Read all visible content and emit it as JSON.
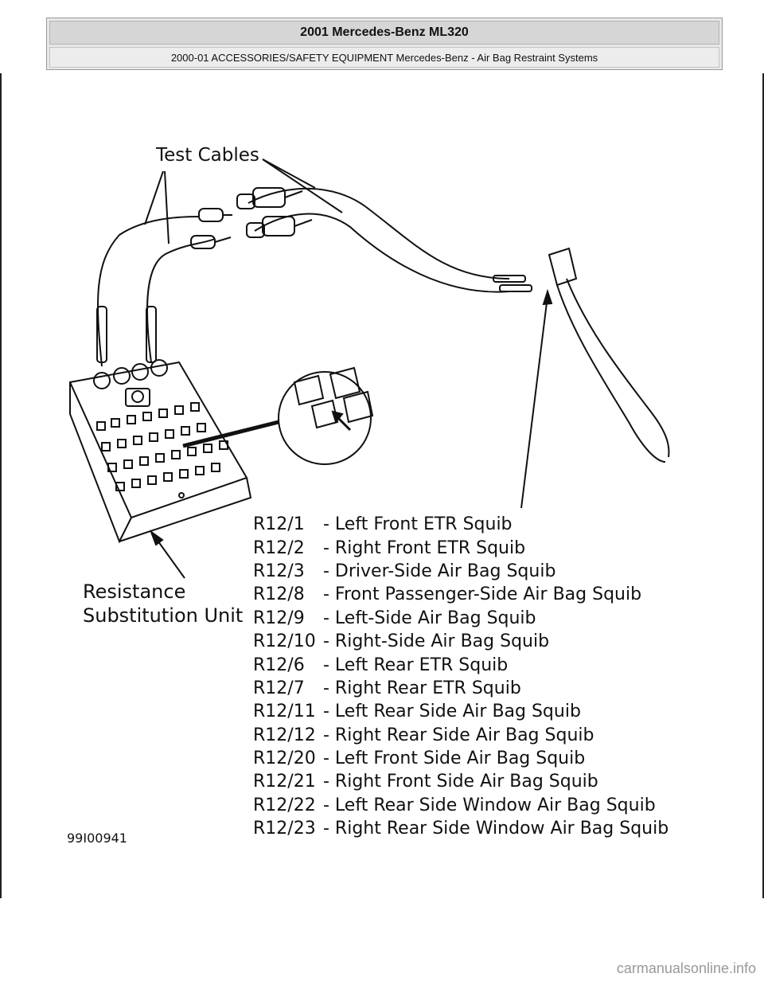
{
  "header": {
    "title": "2001 Mercedes-Benz ML320",
    "subtitle": "2000-01 ACCESSORIES/SAFETY EQUIPMENT Mercedes-Benz - Air Bag Restraint Systems"
  },
  "figure": {
    "test_cables_label": "Test Cables",
    "rsu_label_line1": "Resistance",
    "rsu_label_line2": "Substitution Unit",
    "figure_number": "99I00941",
    "legend": [
      {
        "code": "R12/1",
        "desc": "- Left Front ETR Squib"
      },
      {
        "code": "R12/2",
        "desc": "- Right Front ETR Squib"
      },
      {
        "code": "R12/3",
        "desc": "- Driver-Side Air Bag Squib"
      },
      {
        "code": "R12/8",
        "desc": "- Front Passenger-Side Air Bag Squib"
      },
      {
        "code": "R12/9",
        "desc": "- Left-Side Air Bag Squib"
      },
      {
        "code": "R12/10",
        "desc": "- Right-Side Air Bag Squib"
      },
      {
        "code": "R12/6",
        "desc": "- Left Rear ETR Squib"
      },
      {
        "code": "R12/7",
        "desc": "- Right Rear ETR Squib"
      },
      {
        "code": "R12/11",
        "desc": "- Left Rear Side Air Bag Squib"
      },
      {
        "code": "R12/12",
        "desc": "- Right Rear Side Air Bag Squib"
      },
      {
        "code": "R12/20",
        "desc": "- Left Front Side Air Bag Squib"
      },
      {
        "code": "R12/21",
        "desc": "- Right Front Side Air Bag Squib"
      },
      {
        "code": "R12/22",
        "desc": "- Left Rear Side Window Air Bag Squib"
      },
      {
        "code": "R12/23",
        "desc": "- Right Rear Side Window Air Bag Squib"
      }
    ]
  },
  "footer": {
    "watermark": "carmanualsonline.info"
  }
}
